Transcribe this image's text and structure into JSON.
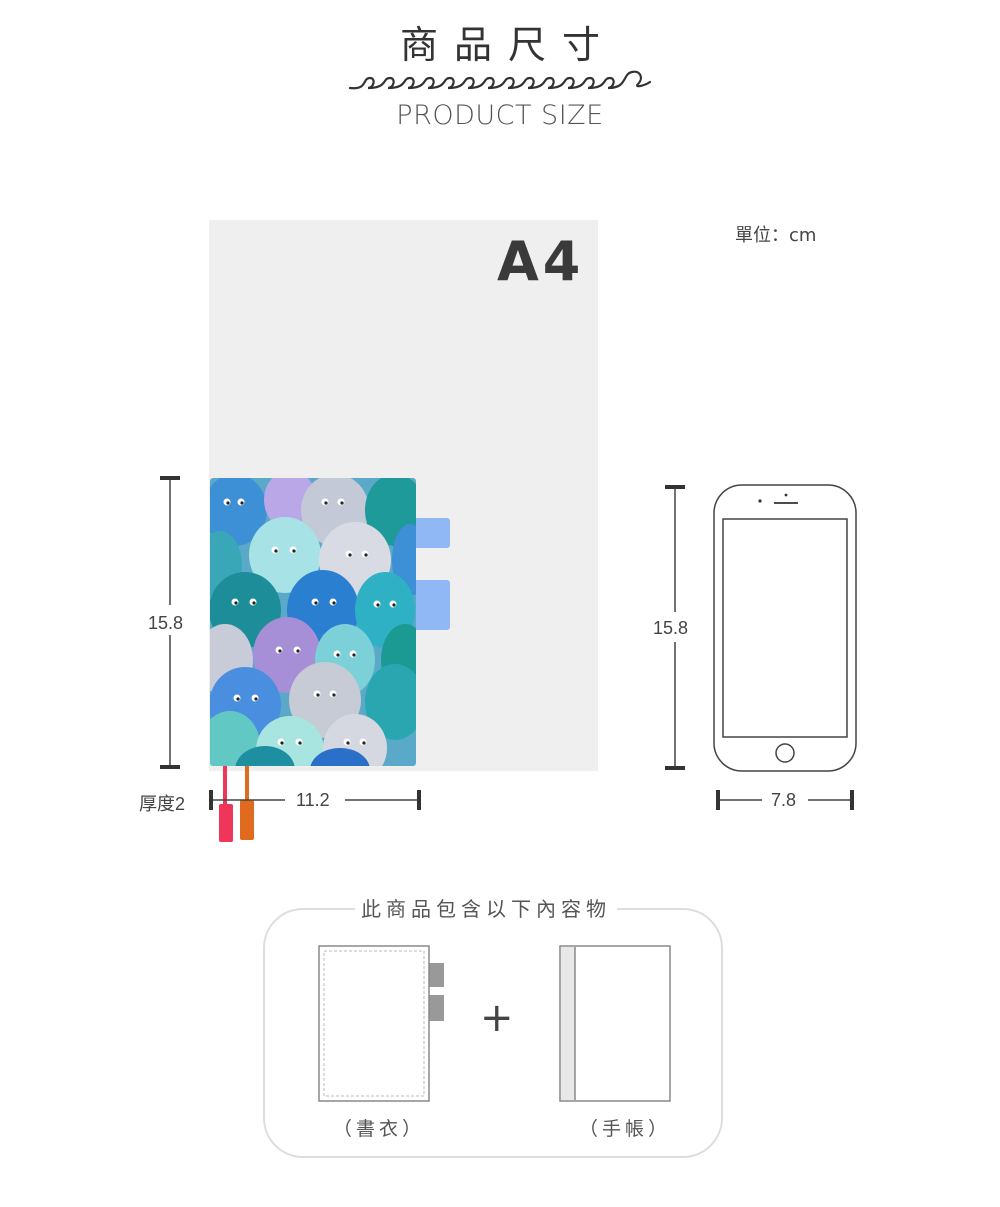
{
  "header": {
    "title_zh": "商品尺寸",
    "title_en": "PRODUCT SIZE"
  },
  "unit_label": "單位：cm",
  "a4": {
    "label": "A4"
  },
  "cover": {
    "height": "15.8",
    "width": "11.2",
    "thickness": "厚度2"
  },
  "phone": {
    "height": "15.8",
    "width": "7.8"
  },
  "contents": {
    "title": "此商品包含以下內容物",
    "item1": "（書衣）",
    "plus": "+",
    "item2": "（手帳）"
  },
  "colors": {
    "tab": "#8fb8f4",
    "ribbon_pink": "#f0355a",
    "ribbon_orange": "#e06a1e",
    "box_border": "#dddddd"
  }
}
